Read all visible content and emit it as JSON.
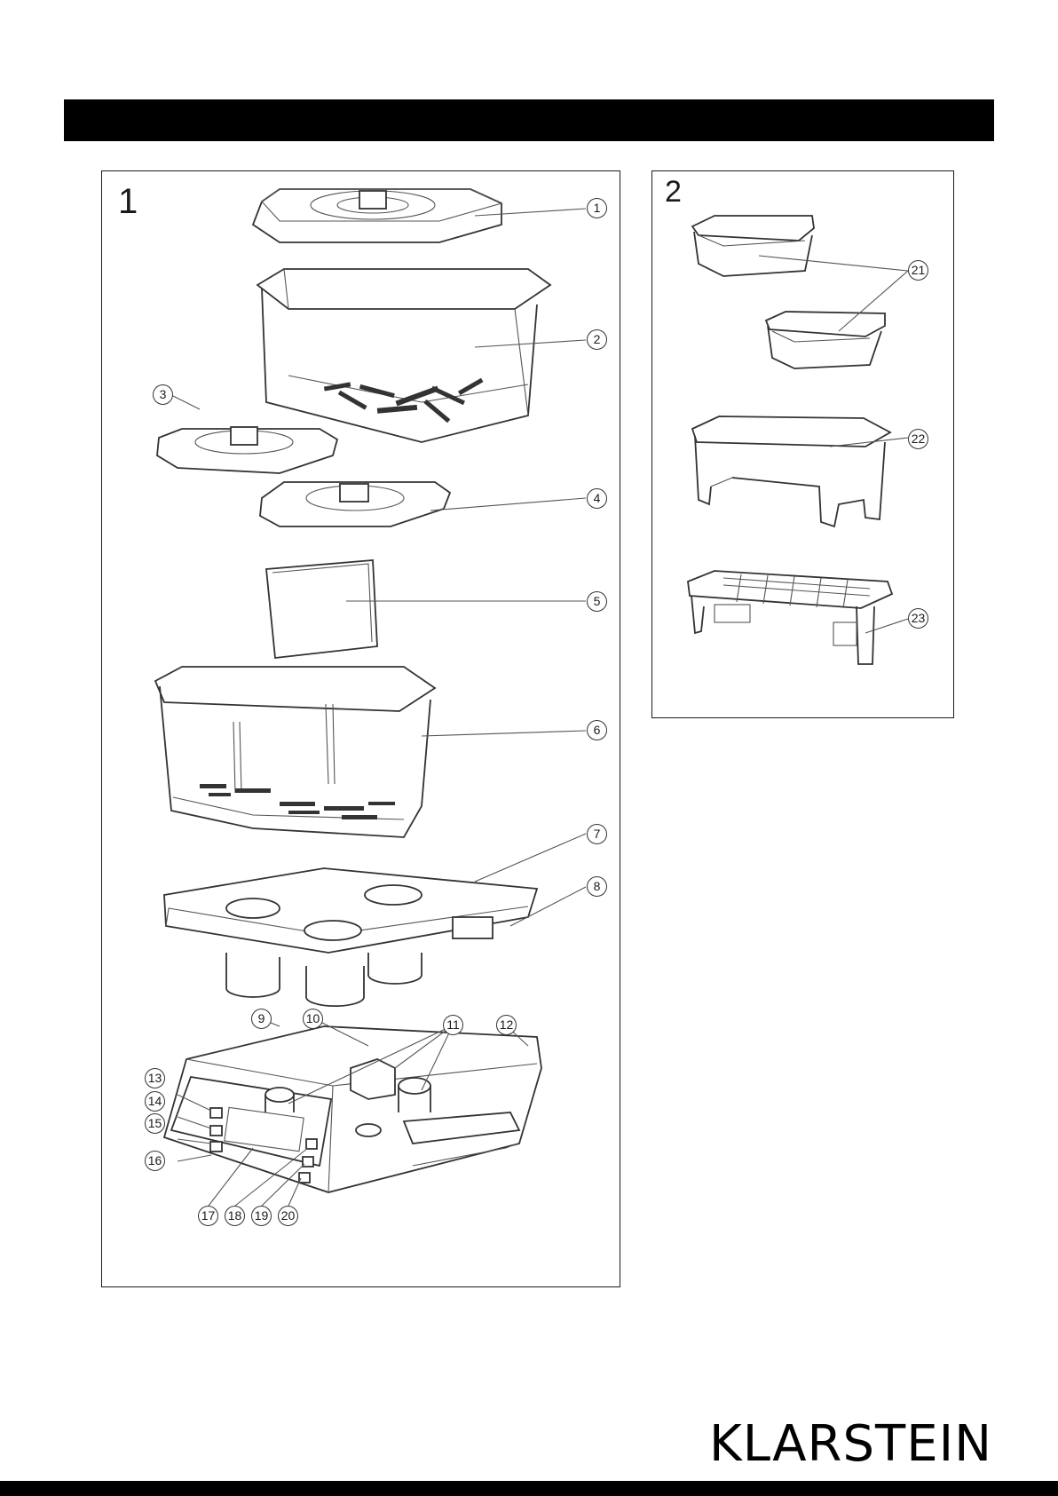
{
  "figure1": {
    "number": "1",
    "callouts": [
      "1",
      "2",
      "3",
      "4",
      "5",
      "6",
      "7",
      "8",
      "9",
      "10",
      "11",
      "12",
      "13",
      "14",
      "15",
      "16",
      "17",
      "18",
      "19",
      "20"
    ]
  },
  "figure2": {
    "number": "2",
    "callouts": [
      "21",
      "22",
      "23"
    ]
  },
  "brand": "KLARSTEIN",
  "colors": {
    "header_bar": "#000000",
    "footer_bar": "#000000",
    "line_art": "#333333"
  }
}
